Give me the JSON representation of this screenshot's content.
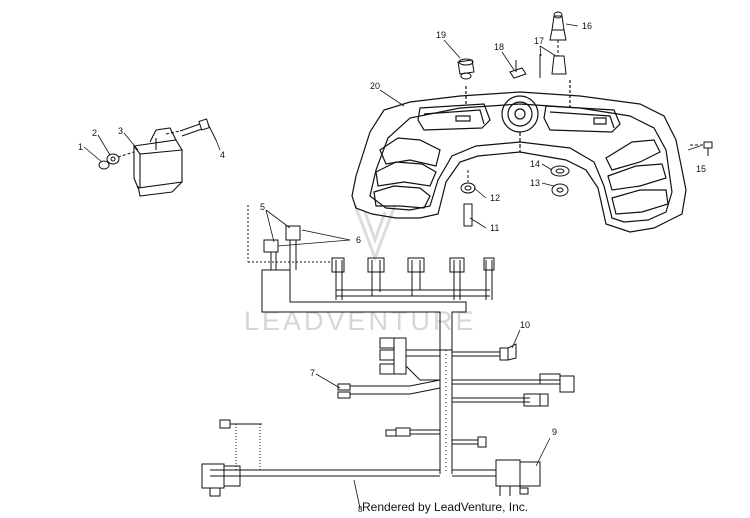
{
  "callouts": [
    "1",
    "2",
    "3",
    "4",
    "5",
    "6",
    "7",
    "8",
    "9",
    "10",
    "11",
    "12",
    "13",
    "14",
    "15",
    "16",
    "17",
    "18",
    "19",
    "20"
  ],
  "watermark": "LEADVENTURE",
  "footer": "Rendered by LeadVenture, Inc.",
  "colors": {
    "line": "#111111",
    "watermark": "#d6d6d6"
  }
}
